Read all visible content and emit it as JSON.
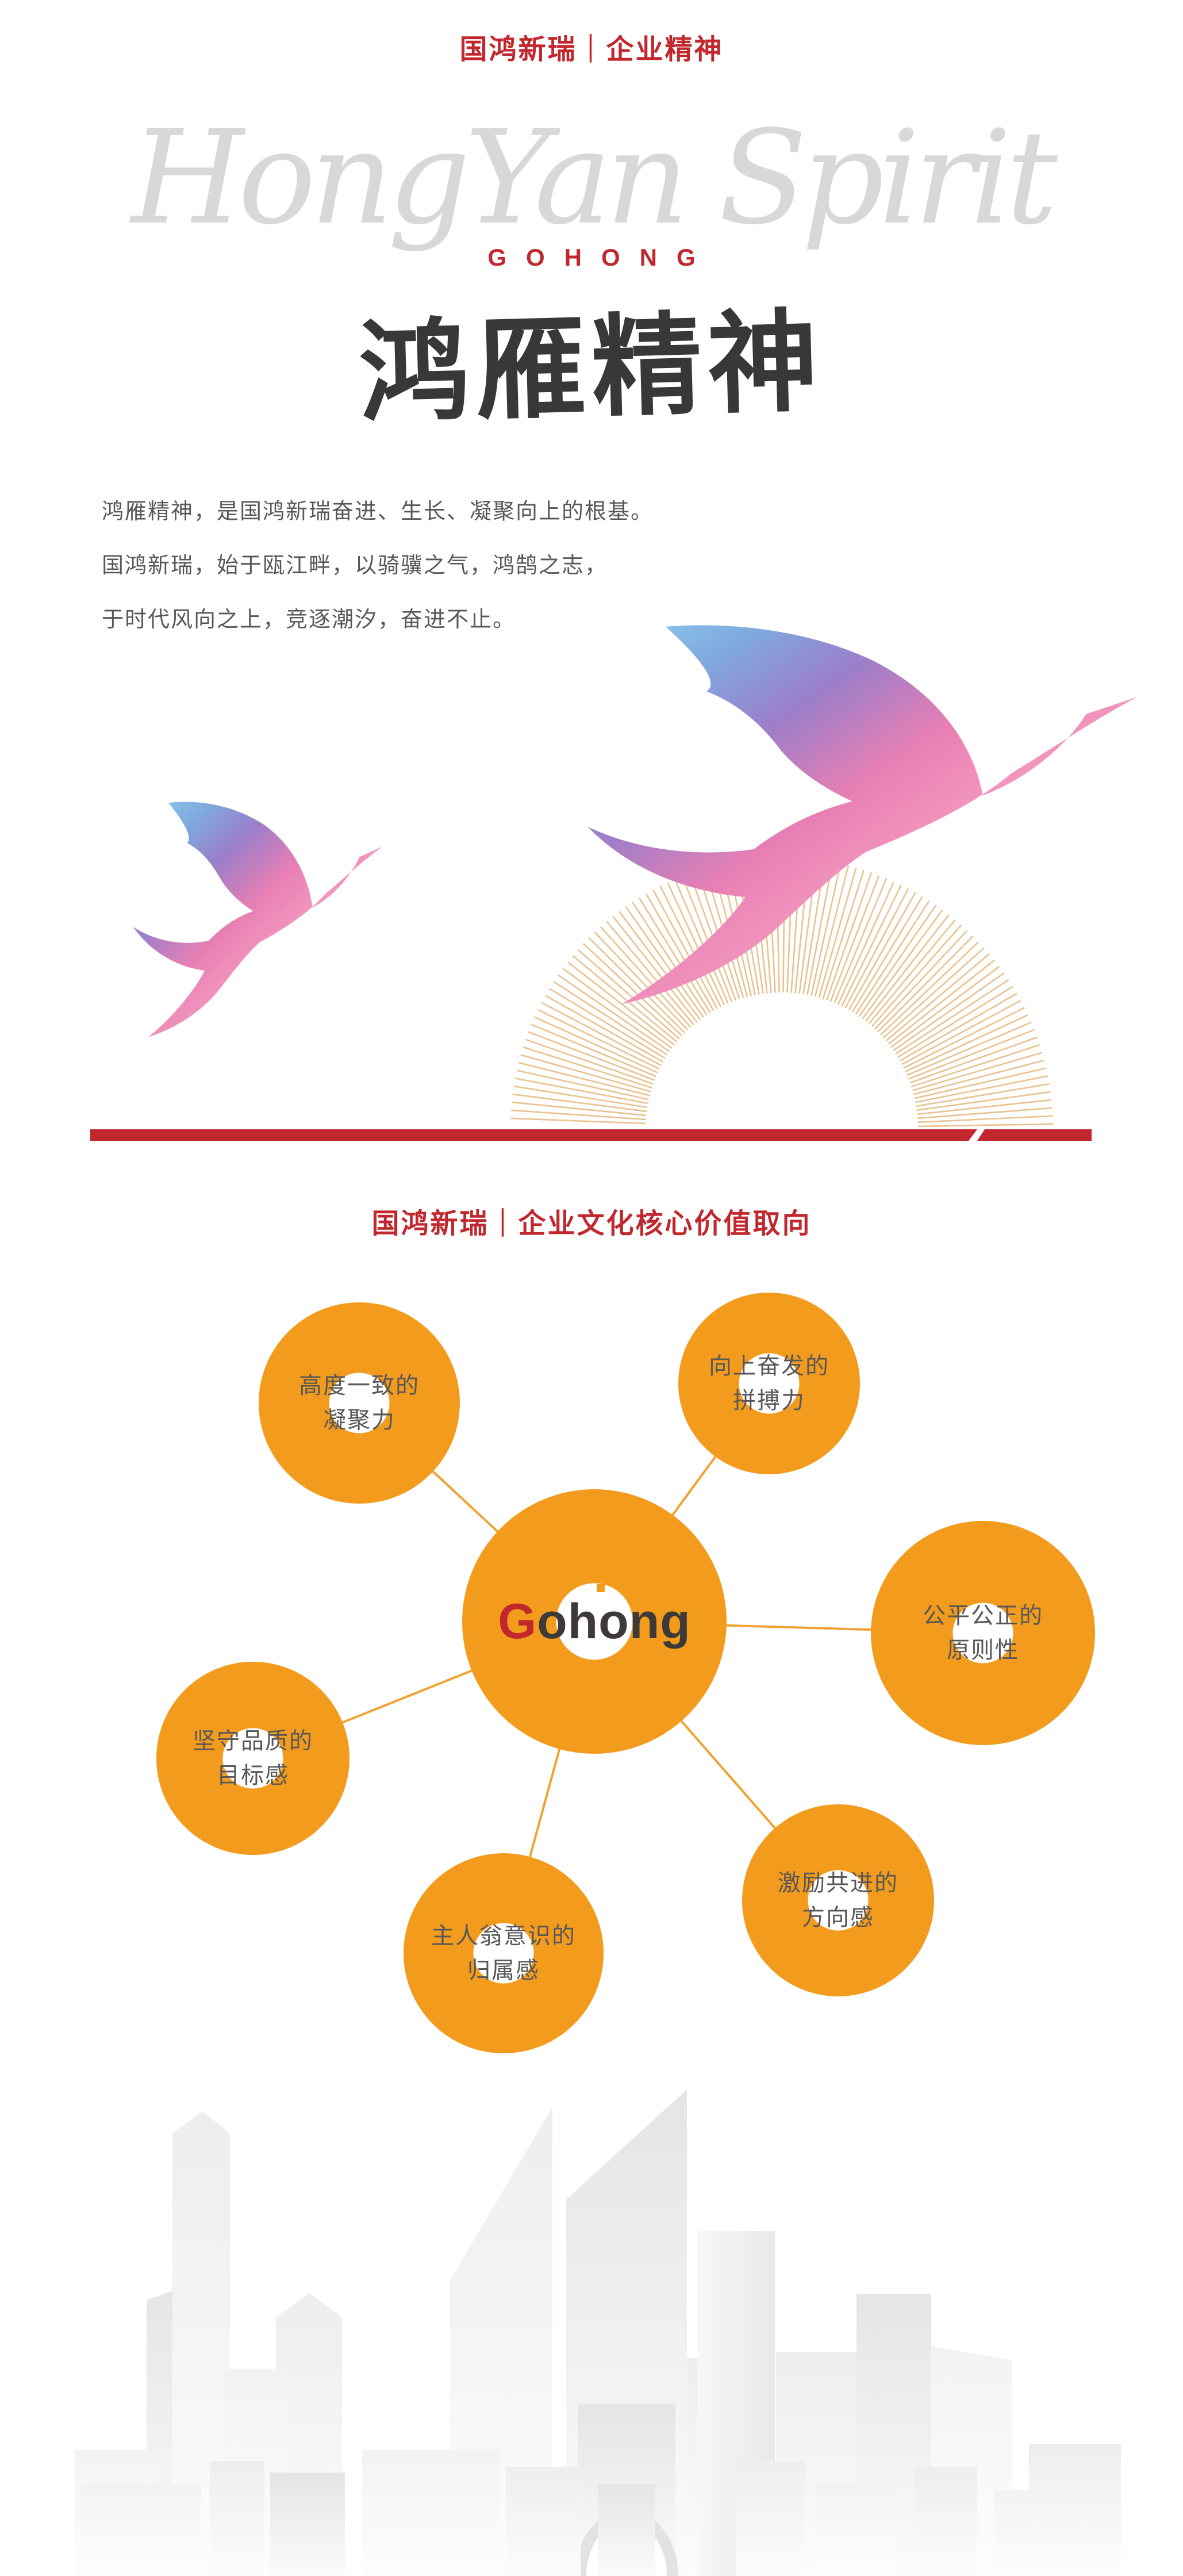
{
  "palette": {
    "red": "#C1272D",
    "orange": "#F29B1D",
    "connector_orange": "#F0A233",
    "text_gray": "#595757",
    "ink": "#3A3837",
    "calligraphy_gray": "#D8D8D8",
    "sun_ray_tan": "#E9C28F"
  },
  "header": {
    "title": "国鸿新瑞｜企业精神"
  },
  "hero": {
    "calligraphy_en": "HongYan Spirit",
    "brand_caption": "GOHONG",
    "calligraphy_cn": "鸿雁精神",
    "paragraph_lines": [
      "鸿雁精神，是国鸿新瑞奋进、生长、凝聚向上的根基。",
      "国鸿新瑞，始于瓯江畔，以骑骥之气，鸿鹄之志，",
      "于时代风向之上，竞逐潮汐，奋进不止。"
    ]
  },
  "section2": {
    "title": "国鸿新瑞｜企业文化核心价值取向"
  },
  "diagram": {
    "center_logo": {
      "g": "G",
      "rest": "ohong"
    },
    "nodes": [
      {
        "id": "cohesion",
        "line1": "高度一致的",
        "line2": "凝聚力"
      },
      {
        "id": "striving",
        "line1": "向上奋发的",
        "line2": "拼搏力"
      },
      {
        "id": "fairness",
        "line1": "公平公正的",
        "line2": "原则性"
      },
      {
        "id": "direction",
        "line1": "激励共进的",
        "line2": "方向感"
      },
      {
        "id": "belonging",
        "line1": "主人翁意识的",
        "line2": "归属感"
      },
      {
        "id": "quality",
        "line1": "坚守品质的",
        "line2": "目标感"
      }
    ]
  }
}
